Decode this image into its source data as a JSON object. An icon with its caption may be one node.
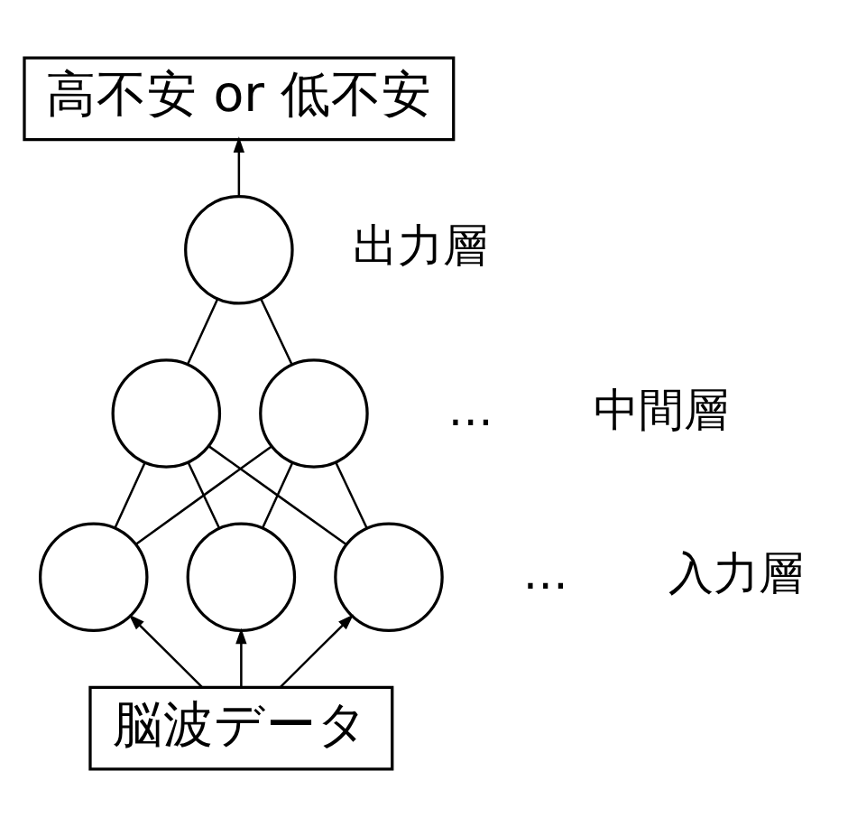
{
  "diagram": {
    "nodes": [
      {
        "text": [
          "高不安 or 低不安"
        ]
      },
      {
        "text": [],
        "shape": "circle"
      },
      {
        "text": [],
        "shape": "circle"
      },
      {
        "text": [],
        "shape": "circle"
      },
      {
        "text": [],
        "shape": "circle"
      },
      {
        "text": [],
        "shape": "circle"
      },
      {
        "text": [],
        "shape": "circle"
      },
      {
        "text": [
          "脳波データ"
        ]
      }
    ],
    "edges": [
      {
        "from": 1,
        "to": 0,
        "arrow": "to"
      },
      {
        "from": 2,
        "to": 1,
        "arrow": "none"
      },
      {
        "from": 3,
        "to": 1,
        "arrow": "none"
      },
      {
        "from": 4,
        "to": 2,
        "arrow": "none"
      },
      {
        "from": 4,
        "to": 3,
        "arrow": "none"
      },
      {
        "from": 5,
        "to": 2,
        "arrow": "none"
      },
      {
        "from": 5,
        "to": 3,
        "arrow": "none"
      },
      {
        "from": 6,
        "to": 2,
        "arrow": "none"
      },
      {
        "from": 6,
        "to": 3,
        "arrow": "none"
      },
      {
        "from": 7,
        "to": 4,
        "arrow": "to"
      },
      {
        "from": 7,
        "to": 5,
        "arrow": "to"
      },
      {
        "from": 7,
        "to": 6,
        "arrow": "to"
      }
    ],
    "labels": [
      "出力層",
      "…",
      "中間層",
      "…",
      "入力層"
    ]
  }
}
